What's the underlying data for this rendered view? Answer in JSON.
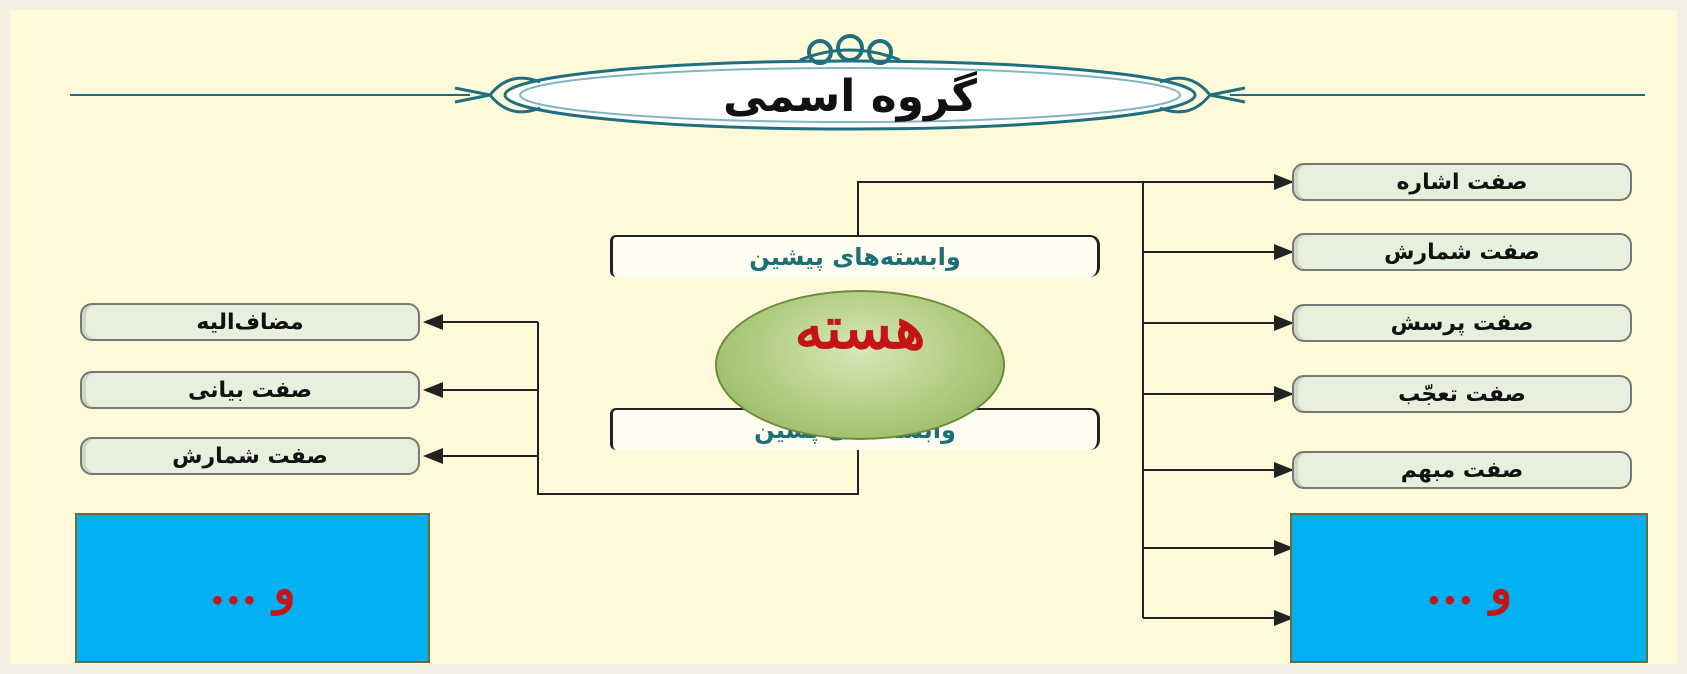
{
  "title": "گروه اسمی",
  "core": "هسته",
  "dependents": {
    "pre": "وابسته‌های پیشین",
    "post": "وابسته‌های پسین"
  },
  "pre_items": [
    "صفت اشاره",
    "صفت شمارش",
    "صفت پرسش",
    "صفت تعجّب",
    "صفت مبهم"
  ],
  "post_items": [
    "مضاف‌الیه",
    "صفت بیانی",
    "صفت شمارش"
  ],
  "more_left": "... و",
  "more_right": "... و",
  "colors": {
    "background": "#fef9d9",
    "blue_box": "#00b0f0",
    "core_text": "#c41414",
    "dependent_text": "#1b6f76",
    "line": "#222222"
  }
}
